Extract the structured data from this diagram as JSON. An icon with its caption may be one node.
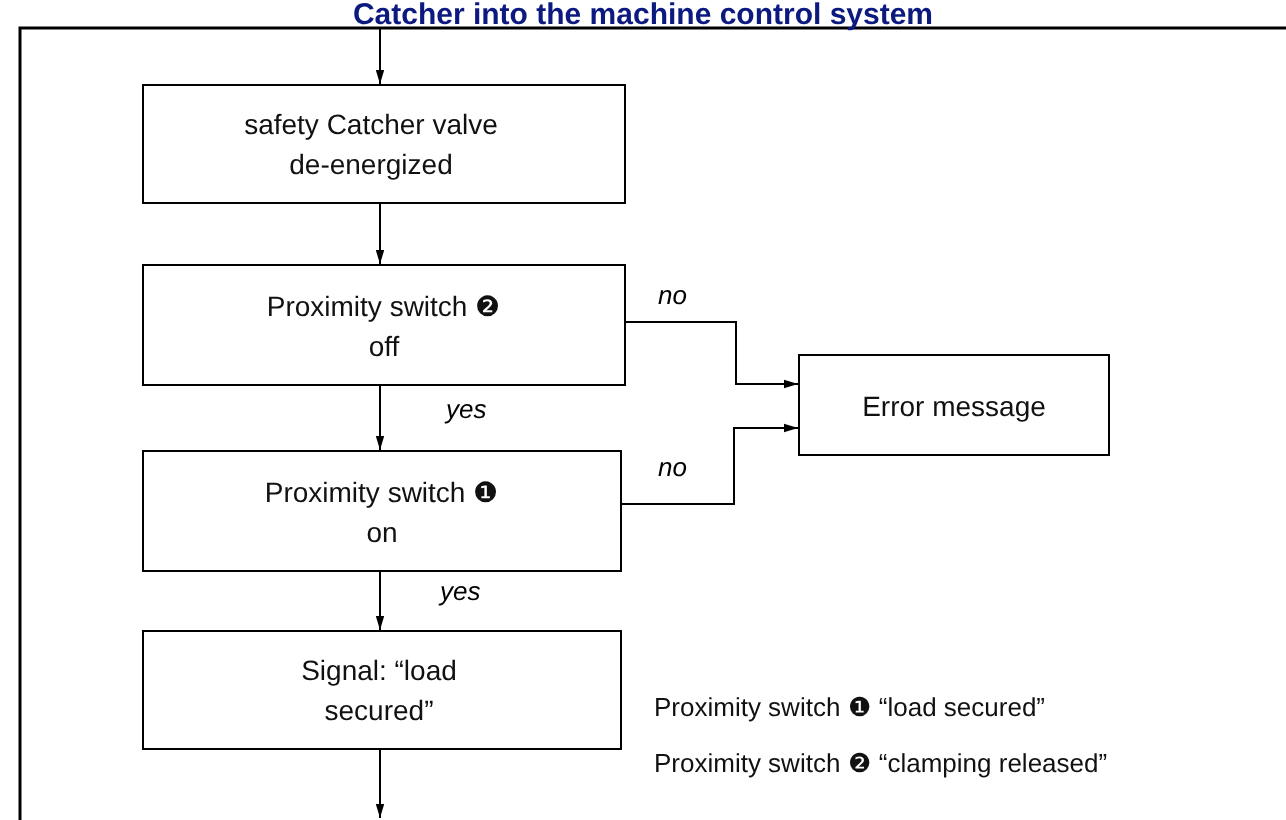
{
  "diagram": {
    "title": "Catcher into the machine control system",
    "nodes": [
      {
        "text": [
          "safety Catcher valve de-energized"
        ]
      },
      {
        "text": [
          "Proximity switch ❷ off"
        ]
      },
      {
        "text": [
          "Proximity switch ❶ on"
        ]
      },
      {
        "text": [
          "Error message"
        ]
      },
      {
        "text": [
          "Signal: “load secured”"
        ]
      }
    ],
    "edges": [
      {
        "from": null,
        "to": 0,
        "arrow": "to"
      },
      {
        "from": 0,
        "to": 1,
        "arrow": "to"
      },
      {
        "from": 1,
        "to": 2,
        "arrow": "to",
        "label": "yes"
      },
      {
        "from": 1,
        "to": 3,
        "arrow": "to",
        "label": "no"
      },
      {
        "from": 2,
        "to": 3,
        "arrow": "to",
        "label": "no"
      },
      {
        "from": 2,
        "to": 4,
        "arrow": "to",
        "label": "yes"
      },
      {
        "from": 4,
        "to": null,
        "arrow": "to"
      }
    ],
    "labels": [
      "Proximity switch ❶ “load secured”",
      "Proximity switch ❷ “clamping released”"
    ]
  }
}
